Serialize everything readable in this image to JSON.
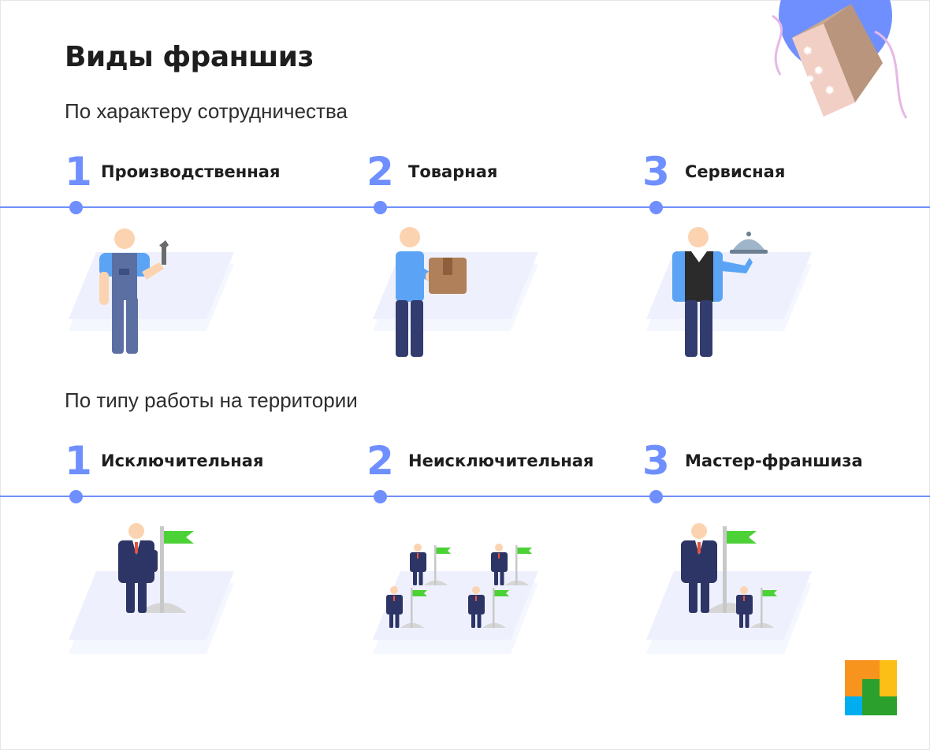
{
  "title": "Виды франшиз",
  "section1": {
    "heading": "По характеру сотрудничества",
    "items": [
      {
        "num": "1",
        "label": "Производственная"
      },
      {
        "num": "2",
        "label": "Товарная"
      },
      {
        "num": "3",
        "label": "Сервисная"
      }
    ]
  },
  "section2": {
    "heading": "По типу работы на территории",
    "items": [
      {
        "num": "1",
        "label": "Исключительная"
      },
      {
        "num": "2",
        "label": "Неисключительная"
      },
      {
        "num": "3",
        "label": "Мастер-франшиза"
      }
    ]
  },
  "colors": {
    "accent": "#6f8fff",
    "platform": "#eef1fd",
    "flag": "#4cd137",
    "logo_orange": "#f7941d",
    "logo_yellow": "#fbbf15",
    "logo_green": "#2ca02c",
    "logo_blue": "#00aeef"
  },
  "icons": [
    "worker-icon",
    "courier-box-icon",
    "waiter-cloche-icon",
    "single-flag-icon",
    "multiple-flags-icon",
    "master-flag-icon",
    "gift-box-decoration",
    "brand-logo"
  ]
}
